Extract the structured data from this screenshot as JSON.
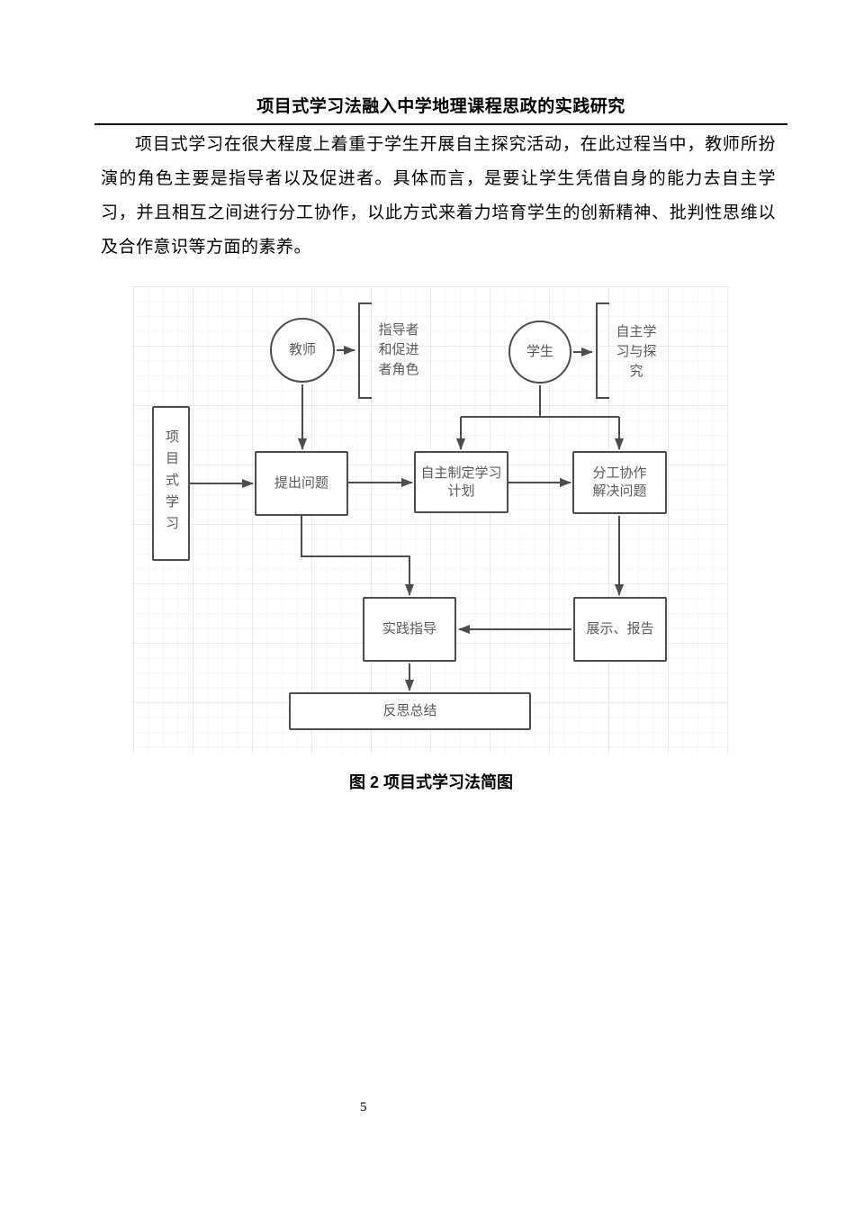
{
  "page": {
    "header_title": "项目式学习法融入中学地理课程思政的实践研究",
    "body_paragraph": "项目式学习在很大程度上着重于学生开展自主探究活动，在此过程当中，教师所扮演的角色主要是指导者以及促进者。具体而言，是要让学生凭借自身的能力去自主学习，并且相互之间进行分工协作，以此方式来着力培育学生的创新精神、批判性思维以及合作意识等方面的素养。",
    "figure_caption": "图 2 项目式学习法简图",
    "page_number": "5"
  },
  "diagram": {
    "nodes": {
      "teacher": "教师",
      "student": "学生",
      "teacher_role": "指导者\n和促进\n者角色",
      "student_role": "自主学\n习与探\n究",
      "pjbl": "项目式学习",
      "raise_question": "提出问题",
      "make_plan": "自主制定学习\n计划",
      "collaborate": "分工协作\n解决问题",
      "practice_guidance": "实践指导",
      "present_report": "展示、报告",
      "reflect_summary": "反思总结"
    },
    "colors": {
      "stroke": "#4d4d4d",
      "label_text": "#595959",
      "grid_minor": "#f6f6f6",
      "grid_major": "#e9e9e9"
    }
  }
}
